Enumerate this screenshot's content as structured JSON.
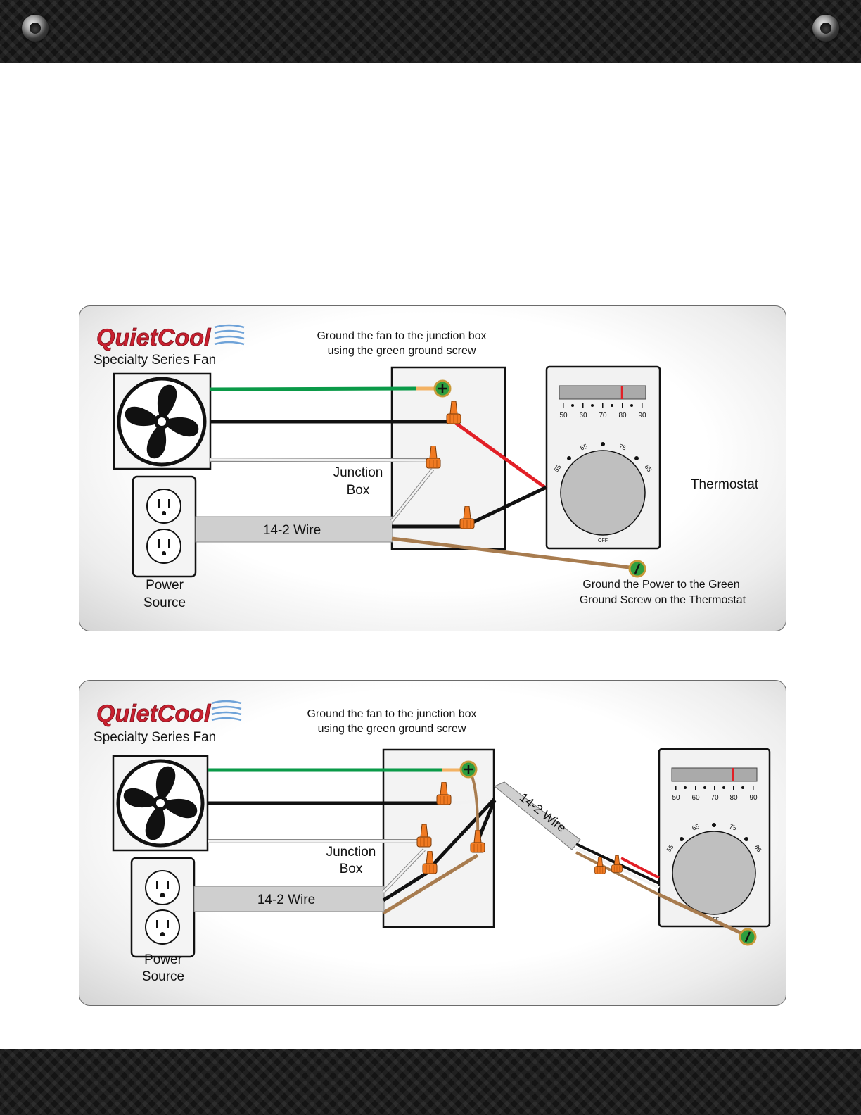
{
  "brand": {
    "logo": "QuietCool",
    "product": "Specialty Series Fan"
  },
  "diagram1": {
    "ground_note_line1": "Ground the fan to the junction box",
    "ground_note_line2": "using the green ground screw",
    "junction_line1": "Junction",
    "junction_line2": "Box",
    "wire_label": "14-2 Wire",
    "power_line1": "Power",
    "power_line2": "Source",
    "thermostat_label": "Thermostat",
    "ground_power_line1": "Ground the Power to the Green",
    "ground_power_line2": "Ground Screw on the Thermostat"
  },
  "diagram2": {
    "ground_note_line1": "Ground the fan to the junction box",
    "ground_note_line2": "using the green ground screw",
    "junction_line1": "Junction",
    "junction_line2": "Box",
    "wire_label": "14-2 Wire",
    "wire_label_angled": "14-2 Wire",
    "power_line1": "Power",
    "power_line2": "Source"
  },
  "thermostat": {
    "scale_ticks": [
      "50",
      "60",
      "70",
      "80",
      "90"
    ],
    "dial_marks": [
      "55",
      "65",
      "75",
      "85"
    ],
    "off_label": "OFF",
    "indicator_value": 80
  },
  "colors": {
    "ground_wire": "#0a9a48",
    "hot_wire": "#111111",
    "neutral_wire": "#f2f2f2",
    "red_wire": "#e21f26",
    "bare_ground": "#a87c4f",
    "wire_nut": "#f07a22",
    "ground_screw": "#2e9e3f",
    "logo_red": "#c8202f",
    "logo_blue": "#1c5aa8"
  },
  "icons": {
    "fan": "fan-icon",
    "outlet": "outlet-icon",
    "wire_nut": "wire-nut-icon",
    "ground_screw": "ground-screw-icon",
    "thermostat_dial": "dial-icon"
  }
}
